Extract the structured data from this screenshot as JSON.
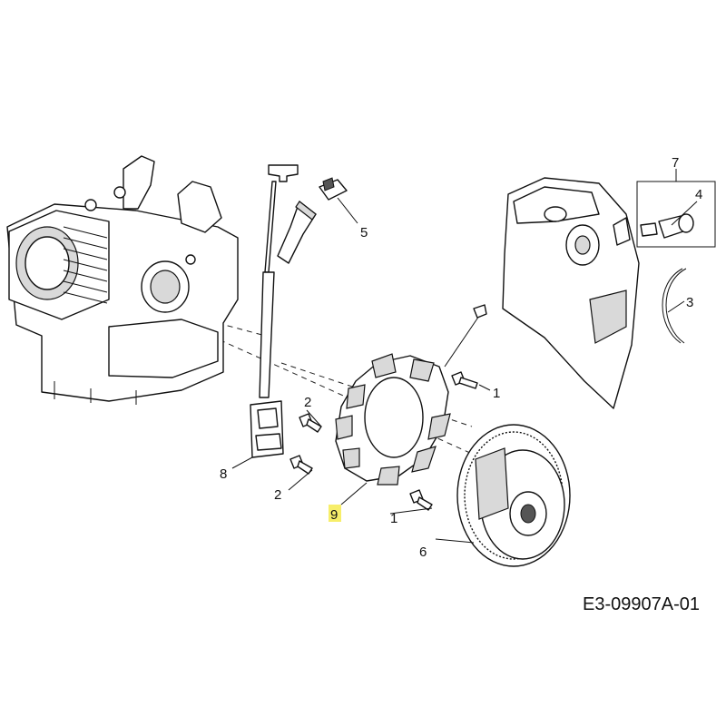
{
  "diagram": {
    "reference_code": "E3-09907A-01",
    "highlight_color": "#f7ee6a",
    "callouts": {
      "c1a": "1",
      "c1b": "1",
      "c2a": "2",
      "c2b": "2",
      "c3": "3",
      "c4": "4",
      "c5": "5",
      "c6": "6",
      "c7": "7",
      "c8": "8",
      "c9": "9"
    }
  }
}
